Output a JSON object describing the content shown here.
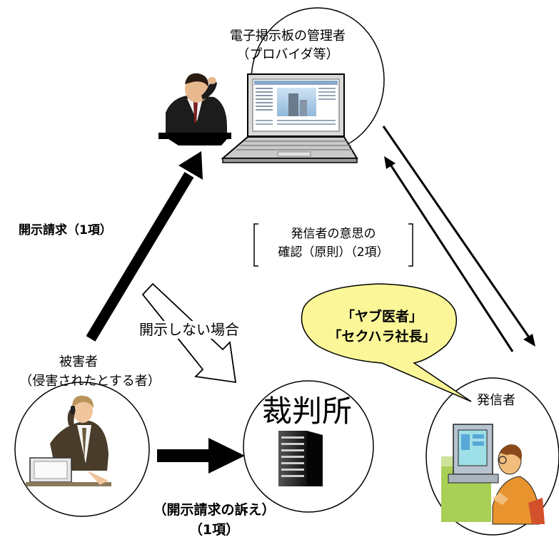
{
  "admin": {
    "title": "電子掲示板の管理者",
    "subtitle": "（プロバイダ等）"
  },
  "request": {
    "label": "開示請求（1項）"
  },
  "confirm": {
    "line1": "発信者の意思の",
    "line2": "確認（原則）（2項）"
  },
  "no_disclosure": {
    "label": "開示しない場合"
  },
  "speech": {
    "line1": "「ヤブ医者」",
    "line2": "「セクハラ社長」"
  },
  "victim": {
    "title": "被害者",
    "subtitle": "（侵害されたとする者）"
  },
  "court": {
    "title": "裁判所"
  },
  "sender": {
    "title": "発信者"
  },
  "lawsuit": {
    "line1": "（開示請求の訴え）",
    "line2": "（1項）"
  },
  "colors": {
    "bubble": "#fbf799",
    "arrow": "#000000"
  }
}
